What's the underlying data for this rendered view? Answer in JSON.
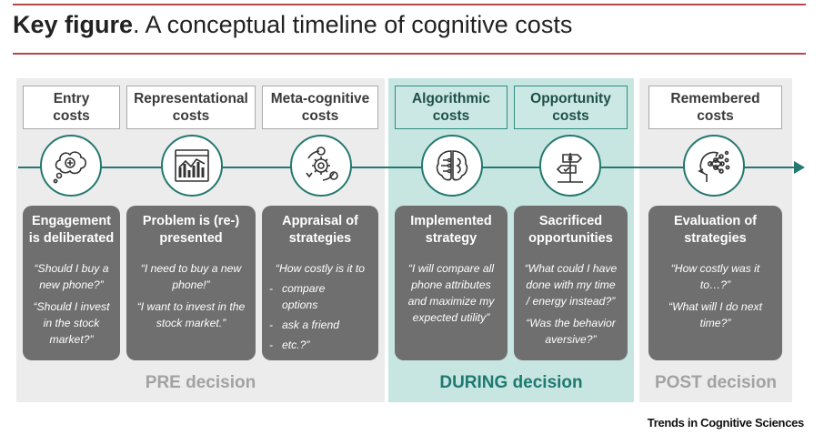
{
  "title": {
    "bold": "Key figure",
    "rest": ". A conceptual timeline of cognitive costs"
  },
  "colors": {
    "accent_red": "#b5474d",
    "teal": "#24786f",
    "card_grey": "#6f6f6f",
    "panel_grey": "#ececec",
    "panel_teal": "#c7e6e2"
  },
  "costs": [
    {
      "label_1": "Entry",
      "label_2": "costs",
      "icon": "brain-thought-icon"
    },
    {
      "label_1": "Representational",
      "label_2": "costs",
      "icon": "chart-window-icon"
    },
    {
      "label_1": "Meta-cognitive",
      "label_2": "costs",
      "icon": "gear-cycle-icon"
    },
    {
      "label_1": "Algorithmic",
      "label_2": "costs",
      "icon": "brain-circuit-icon"
    },
    {
      "label_1": "Opportunity",
      "label_2": "costs",
      "icon": "signpost-icon"
    },
    {
      "label_1": "Remembered",
      "label_2": "costs",
      "icon": "head-network-icon"
    }
  ],
  "cards": [
    {
      "title_1": "Engagement",
      "title_2": "is deliberated",
      "q1": [
        "“Should I buy a",
        "new phone?”"
      ],
      "q2": [
        "“Should I invest",
        "in the stock",
        "market?”"
      ]
    },
    {
      "title_1": "Problem is (re-)",
      "title_2": "presented",
      "q1": [
        "“I need to buy a new",
        "phone!”"
      ],
      "q2": [
        "“I want to invest in the",
        "stock market.”"
      ]
    },
    {
      "title_1": "Appraisal of",
      "title_2": "strategies",
      "intro": "“How costly is it to",
      "bullets": [
        [
          "compare",
          "options"
        ],
        [
          "ask a friend"
        ],
        [
          "etc.?”"
        ]
      ]
    },
    {
      "title_1": "Implemented",
      "title_2": "strategy",
      "q1": [
        "“I will compare all",
        "phone attributes",
        "and maximize my",
        "expected utility”"
      ]
    },
    {
      "title_1": "Sacrificed",
      "title_2": "opportunities",
      "q1": [
        "“What could I have",
        "done with my time",
        "/ energy instead?”"
      ],
      "q2": [
        "“Was the behavior",
        "aversive?”"
      ]
    },
    {
      "title_1": "Evaluation of",
      "title_2": "strategies",
      "q1": [
        "“How costly was it",
        "to…?”"
      ],
      "q2": [
        "“What will I do next",
        "time?”"
      ]
    }
  ],
  "phases": {
    "pre": "PRE decision",
    "during": "DURING decision",
    "post": "POST decision"
  },
  "journal": "Trends in Cognitive Sciences"
}
